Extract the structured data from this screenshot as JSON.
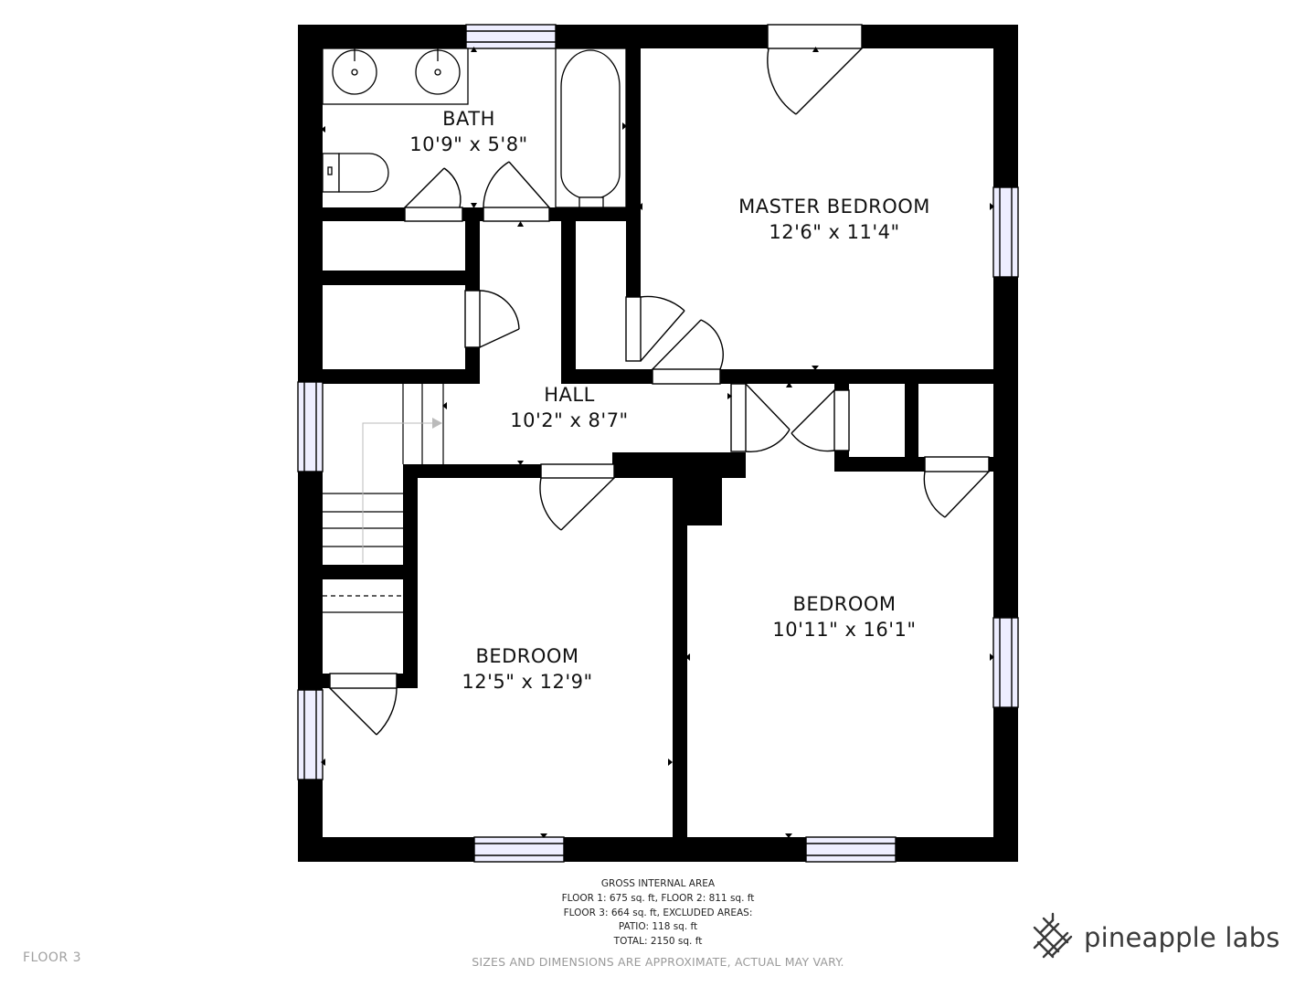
{
  "rooms": {
    "bath": {
      "name": "BATH",
      "dims": "10'9\" x 5'8\""
    },
    "master_bedroom": {
      "name": "MASTER BEDROOM",
      "dims": "12'6\" x 11'4\""
    },
    "hall": {
      "name": "HALL",
      "dims": "10'2\" x 8'7\""
    },
    "bedroom_left": {
      "name": "BEDROOM",
      "dims": "12'5\" x 12'9\""
    },
    "bedroom_right": {
      "name": "BEDROOM",
      "dims": "10'11\" x 16'1\""
    }
  },
  "area_summary": {
    "lines": [
      "GROSS INTERNAL AREA",
      "FLOOR 1: 675 sq. ft, FLOOR 2: 811 sq. ft",
      "FLOOR 3: 664 sq. ft, EXCLUDED AREAS:",
      "PATIO: 118 sq. ft",
      "TOTAL: 2150 sq. ft"
    ]
  },
  "disclaimer": "SIZES AND DIMENSIONS ARE APPROXIMATE, ACTUAL MAY VARY.",
  "floor_label": "FLOOR 3",
  "brand": {
    "name": "pineapple labs",
    "icon": "pineapple-lattice-icon"
  },
  "colors": {
    "wall": "#000000",
    "window_fill": "#eeeeff",
    "text": "#111111",
    "muted": "#9a9a9a"
  }
}
